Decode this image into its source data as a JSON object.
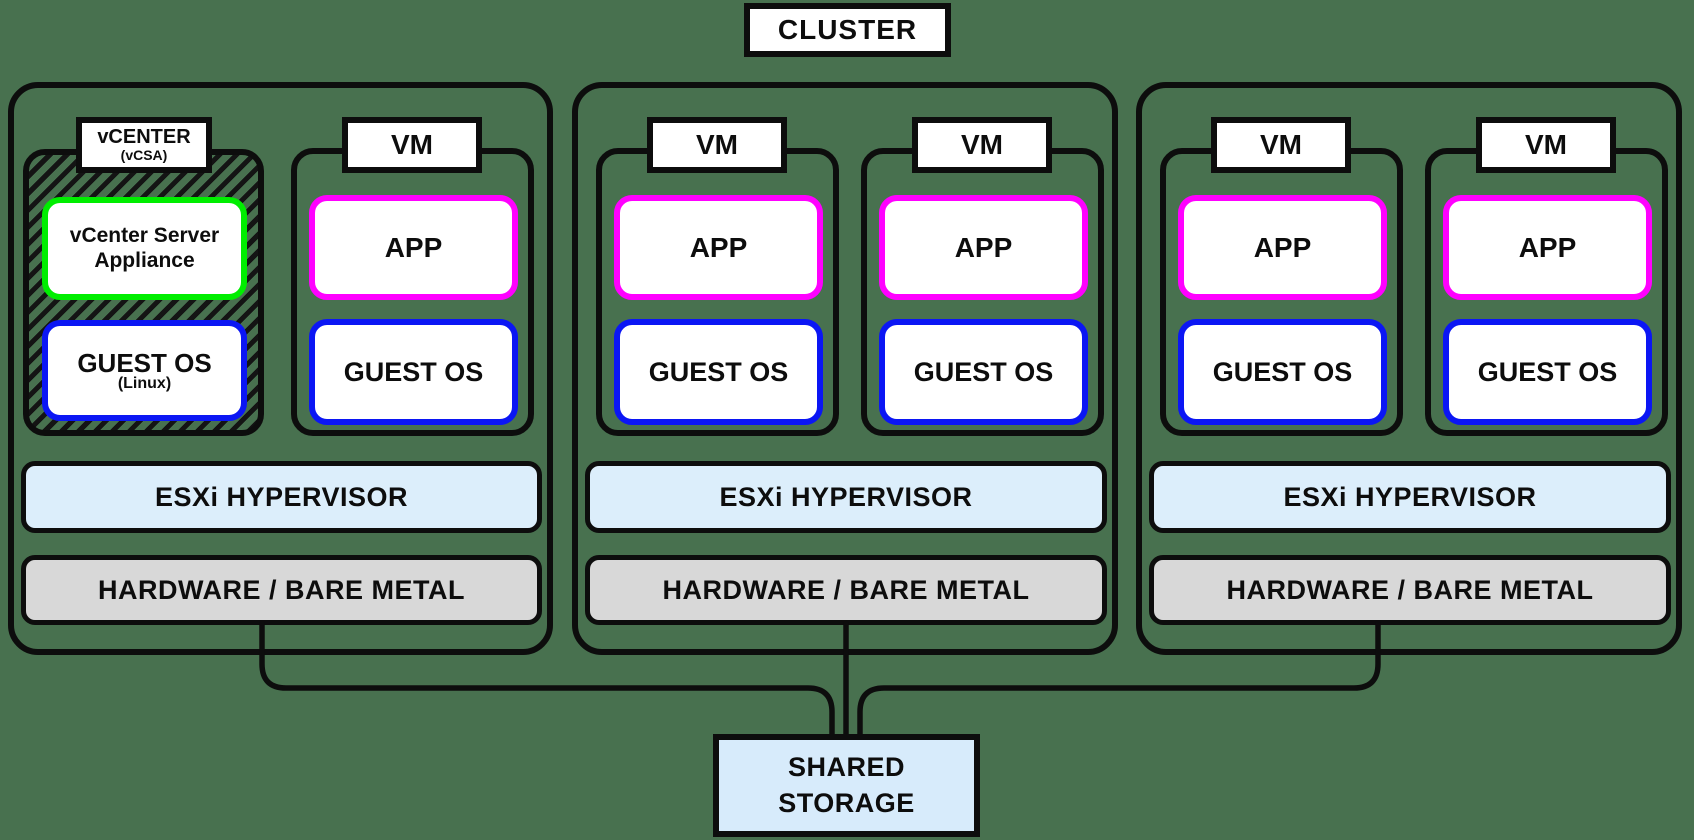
{
  "diagram": {
    "cluster_label": "CLUSTER",
    "hosts": [
      {
        "id": "host-1",
        "vcenter": {
          "label": "vCENTER",
          "sublabel": "(vCSA)",
          "appliance_label": "vCenter Server Appliance",
          "guest_os_label": "GUEST OS",
          "guest_os_sublabel": "(Linux)"
        },
        "vms": [
          {
            "label": "VM",
            "app_label": "APP",
            "guest_os_label": "GUEST OS"
          }
        ],
        "hypervisor_label": "ESXi HYPERVISOR",
        "hardware_label": "HARDWARE / BARE METAL"
      },
      {
        "id": "host-2",
        "vms": [
          {
            "label": "VM",
            "app_label": "APP",
            "guest_os_label": "GUEST OS"
          },
          {
            "label": "VM",
            "app_label": "APP",
            "guest_os_label": "GUEST OS"
          }
        ],
        "hypervisor_label": "ESXi HYPERVISOR",
        "hardware_label": "HARDWARE / BARE METAL"
      },
      {
        "id": "host-3",
        "vms": [
          {
            "label": "VM",
            "app_label": "APP",
            "guest_os_label": "GUEST OS"
          },
          {
            "label": "VM",
            "app_label": "APP",
            "guest_os_label": "GUEST OS"
          }
        ],
        "hypervisor_label": "ESXi HYPERVISOR",
        "hardware_label": "HARDWARE / BARE METAL"
      }
    ],
    "shared_storage": {
      "label_line1": "SHARED",
      "label_line2": "STORAGE"
    },
    "colors": {
      "background": "#48714F",
      "line": "#0D0D0D",
      "app_border": "#FF00FF",
      "guest_os_border": "#0B16F4",
      "appliance_border": "#00EE00",
      "hypervisor_fill": "#DCEEFB",
      "hardware_fill": "#D8D8D8",
      "storage_fill": "#D7EBFB"
    }
  }
}
